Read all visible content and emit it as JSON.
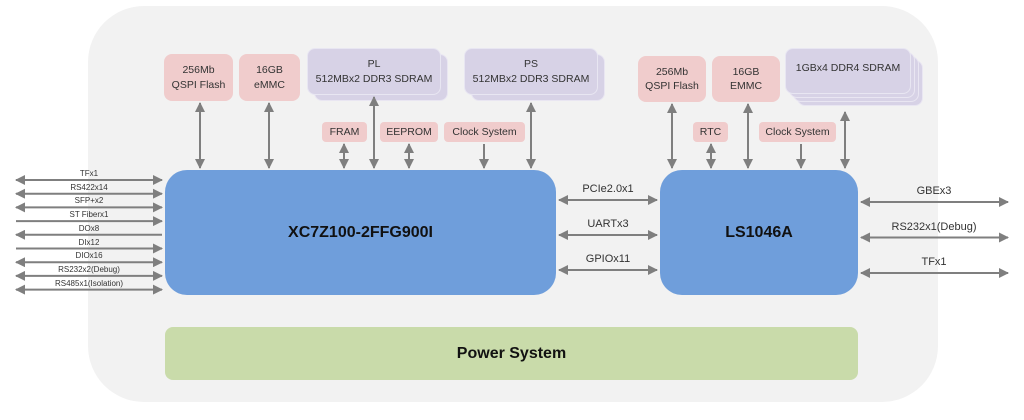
{
  "diagram": {
    "fpga": {
      "label": "XC7Z100-2FFG900I",
      "color": "#6f9edb"
    },
    "cpu": {
      "label": "LS1046A",
      "color": "#6f9edb"
    },
    "power": {
      "label": "Power System",
      "color": "#c9dbaa"
    },
    "fpga_top": {
      "qspi": {
        "line1": "256Mb",
        "line2": "QSPI Flash"
      },
      "emmc": {
        "line1": "16GB",
        "line2": "eMMC"
      },
      "pl_ddr": {
        "line1": "PL",
        "line2": "512MBx2 DDR3 SDRAM"
      },
      "ps_ddr": {
        "line1": "PS",
        "line2": "512MBx2 DDR3 SDRAM"
      },
      "fram": "FRAM",
      "eeprom": "EEPROM",
      "clock": "Clock System"
    },
    "cpu_top": {
      "qspi": {
        "line1": "256Mb",
        "line2": "QSPI Flash"
      },
      "emmc": {
        "line1": "16GB",
        "line2": "EMMC"
      },
      "ddr4": "1GBx4 DDR4 SDRAM",
      "rtc": "RTC",
      "clock": "Clock System"
    },
    "left_ios": [
      {
        "label": "TFx1",
        "dir": "both"
      },
      {
        "label": "RS422x14",
        "dir": "both"
      },
      {
        "label": "SFP+x2",
        "dir": "both"
      },
      {
        "label": "ST Fiberx1",
        "dir": "in"
      },
      {
        "label": "DOx8",
        "dir": "out"
      },
      {
        "label": "DIx12",
        "dir": "in"
      },
      {
        "label": "DIOx16",
        "dir": "both"
      },
      {
        "label": "RS232x2(Debug)",
        "dir": "both"
      },
      {
        "label": "RS485x1(Isolation)",
        "dir": "both"
      }
    ],
    "interconnect": [
      {
        "label": "PCIe2.0x1",
        "dir": "both"
      },
      {
        "label": "UARTx3",
        "dir": "both"
      },
      {
        "label": "GPIOx11",
        "dir": "both"
      }
    ],
    "right_ios": [
      {
        "label": "GBEx3",
        "dir": "both"
      },
      {
        "label": "RS232x1(Debug)",
        "dir": "both"
      },
      {
        "label": "TFx1",
        "dir": "both"
      }
    ],
    "colors": {
      "peripheral_pink": "#f0cccc",
      "memory_lavender": "#d7d2e6",
      "arrow_gray": "#7f7f7f",
      "background_panel": "#f2f2f2"
    }
  }
}
